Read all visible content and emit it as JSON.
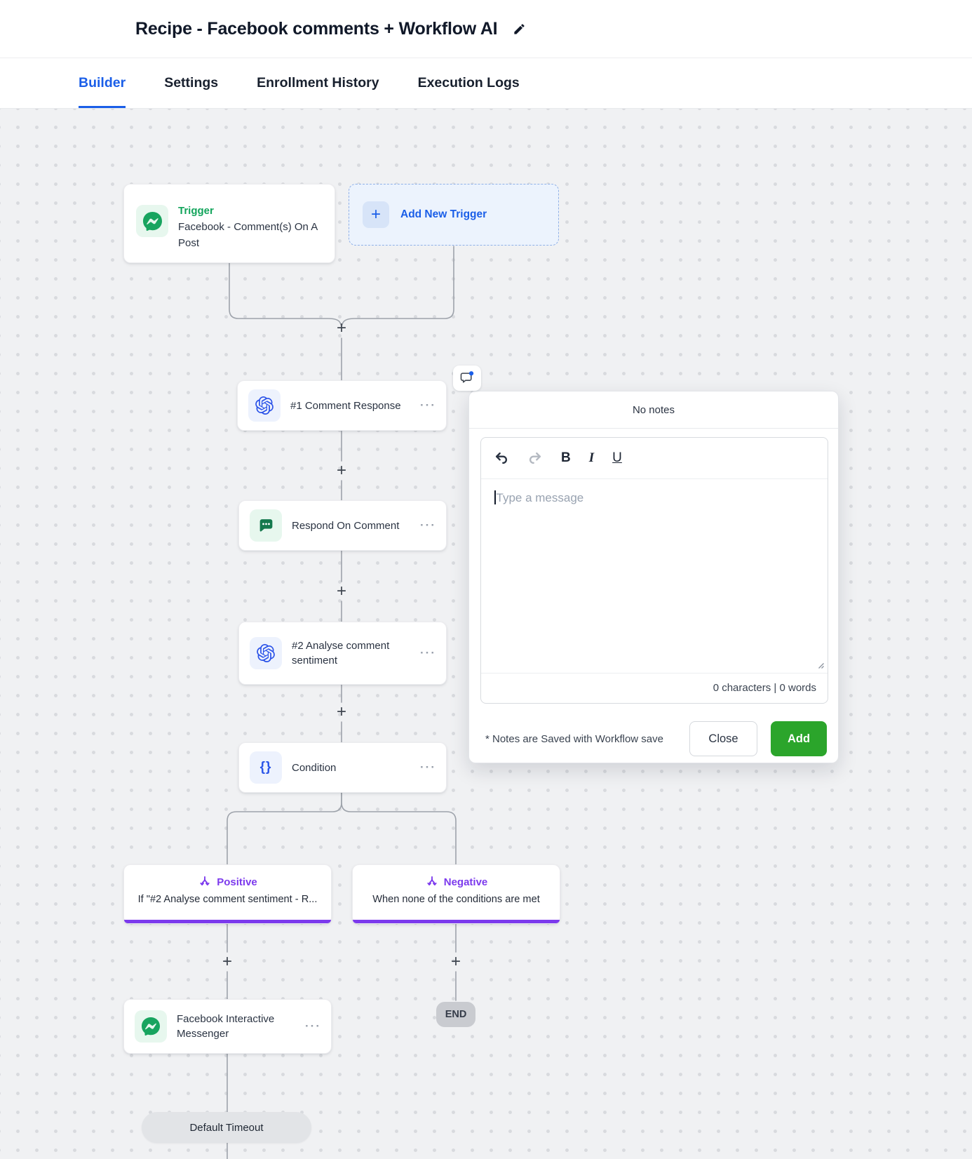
{
  "header": {
    "title": "Recipe - Facebook comments + Workflow AI"
  },
  "tabs": [
    {
      "label": "Builder",
      "active": true
    },
    {
      "label": "Settings",
      "active": false
    },
    {
      "label": "Enrollment History",
      "active": false
    },
    {
      "label": "Execution Logs",
      "active": false
    }
  ],
  "workflow": {
    "trigger_card": {
      "kicker": "Trigger",
      "title": "Facebook - Comment(s) On A Post",
      "icon": "messenger-icon"
    },
    "add_trigger_label": "Add New Trigger",
    "nodes": [
      {
        "label": "#1 Comment Response",
        "icon": "openai-icon"
      },
      {
        "label": "Respond On Comment",
        "icon": "comment-bubble-icon"
      },
      {
        "label": "#2 Analyse comment sentiment",
        "icon": "openai-icon"
      },
      {
        "label": "Condition",
        "icon": "braces-icon"
      }
    ],
    "branches": [
      {
        "label": "Positive",
        "condition": "If \"#2 Analyse comment sentiment - R...",
        "icon": "branch-split-icon"
      },
      {
        "label": "Negative",
        "condition": "When none of the conditions are met",
        "icon": "branch-split-icon"
      }
    ],
    "action_card": {
      "label": "Facebook Interactive Messenger",
      "icon": "messenger-icon"
    },
    "end_label": "END",
    "timeout_label": "Default Timeout"
  },
  "notes_popup": {
    "title": "No notes",
    "editor_placeholder": "Type a message",
    "counter": "0 characters | 0 words",
    "footnote": "* Notes are Saved with Workflow save",
    "buttons": {
      "close": "Close",
      "add": "Add"
    },
    "toolbar": {
      "bold": "B",
      "italic": "I",
      "underline": "U"
    }
  },
  "symbols": {
    "plus": "+",
    "more": "···",
    "braces": "{}"
  },
  "colors": {
    "accent_blue": "#1a5ee8",
    "trigger_green": "#12a45b",
    "icon_green": "#18a45f",
    "branch_purple": "#7c3aed",
    "add_button_green": "#2ba52b",
    "canvas_bg": "#f0f1f3"
  }
}
